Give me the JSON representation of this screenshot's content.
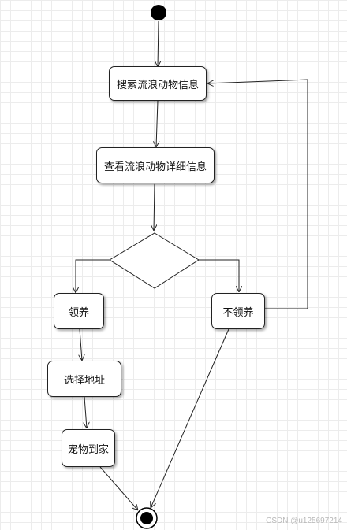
{
  "diagram": {
    "nodes": {
      "search": "搜索流浪动物信息",
      "view": "查看流浪动物详细信息",
      "adopt": "领养",
      "not_adopt": "不领养",
      "address": "选择地址",
      "delivered": "宠物到家"
    }
  },
  "watermark": "CSDN @u125697214"
}
